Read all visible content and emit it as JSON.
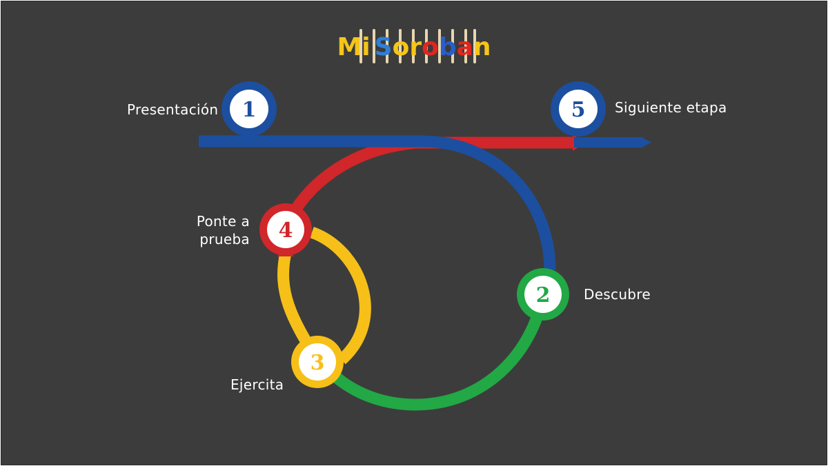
{
  "logo": {
    "letters": [
      {
        "char": "M",
        "color": "#f5c518"
      },
      {
        "char": "i",
        "color": "#f5c518"
      },
      {
        "char": "S",
        "color": "#2f7fd6"
      },
      {
        "char": "o",
        "color": "#f5c518"
      },
      {
        "char": "r",
        "color": "#f5c518"
      },
      {
        "char": "o",
        "color": "#e0261f"
      },
      {
        "char": "b",
        "color": "#2a5ec8"
      },
      {
        "char": "a",
        "color": "#e0261f"
      },
      {
        "char": "n",
        "color": "#f5c518"
      }
    ],
    "rod_color": "#e8d6b0"
  },
  "steps": [
    {
      "number": "1",
      "label": "Presentación",
      "color": "#1c4fa0"
    },
    {
      "number": "2",
      "label": "Descubre",
      "color": "#22a845"
    },
    {
      "number": "3",
      "label": "Ejercita",
      "color": "#f6c019"
    },
    {
      "number": "4",
      "label": "Ponte a prueba",
      "label_lines": [
        "Ponte a",
        "prueba"
      ],
      "color": "#d1262a"
    },
    {
      "number": "5",
      "label": "Siguiente etapa",
      "color": "#1c4fa0"
    }
  ],
  "colors": {
    "background": "#3c3c3c",
    "blue": "#1c4fa0",
    "red": "#d1262a",
    "green": "#22a845",
    "yellow": "#f6c019"
  }
}
